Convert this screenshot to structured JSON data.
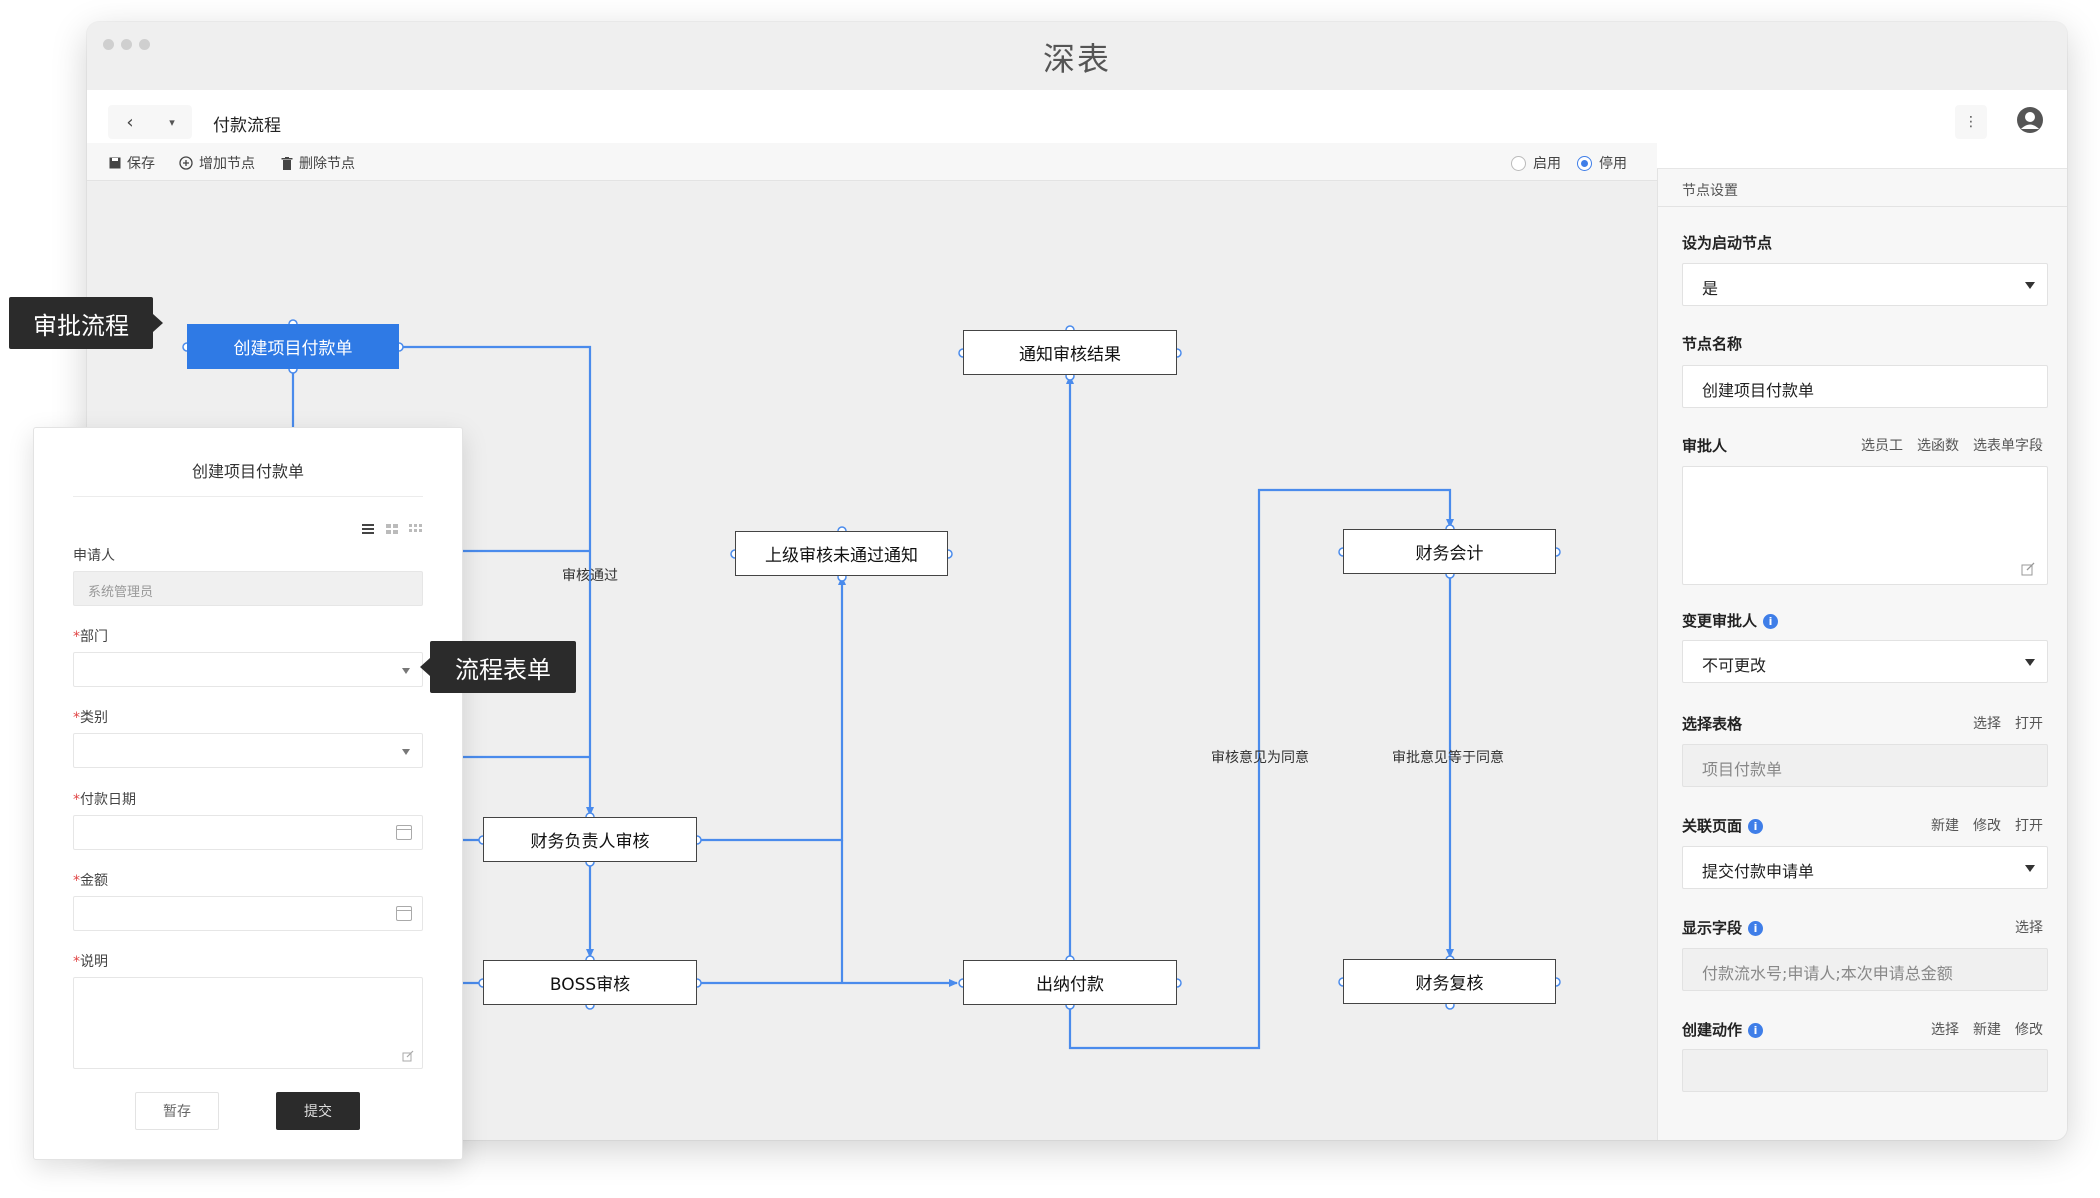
{
  "window": {
    "app_title": "深表"
  },
  "header": {
    "page_title": "付款流程"
  },
  "actions": {
    "save": "保存",
    "add_node": "增加节点",
    "delete_node": "删除节点"
  },
  "status": {
    "enable": "启用",
    "disable": "停用",
    "selected": "停用"
  },
  "flow": {
    "nodes": {
      "create": "创建项目付款单",
      "notify_result": "通知审核结果",
      "notify_reject": "上级审核未通过通知",
      "accountant": "财务会计",
      "finance_review": "财务负责人审核",
      "boss_review": "BOSS审核",
      "cashier": "出纳付款",
      "finance_recheck": "财务复核"
    },
    "edge_labels": {
      "approved": "审核通过",
      "opinion_agree": "审核意见为同意",
      "opinion_equals_agree": "审批意见等于同意"
    }
  },
  "side_panel": {
    "header": "节点设置",
    "start_node": {
      "label": "设为启动节点",
      "value": "是"
    },
    "node_name": {
      "label": "节点名称",
      "value": "创建项目付款单"
    },
    "approver": {
      "label": "审批人",
      "actions": [
        "选员工",
        "选函数",
        "选表单字段"
      ]
    },
    "change_approver": {
      "label": "变更审批人",
      "value": "不可更改"
    },
    "select_table": {
      "label": "选择表格",
      "actions": [
        "选择",
        "打开"
      ],
      "value": "项目付款单"
    },
    "related_page": {
      "label": "关联页面",
      "actions": [
        "新建",
        "修改",
        "打开"
      ],
      "value": "提交付款申请单"
    },
    "display_fields": {
      "label": "显示字段",
      "actions": [
        "选择"
      ],
      "value": "付款流水号;申请人;本次申请总金额"
    },
    "create_action": {
      "label": "创建动作",
      "actions": [
        "选择",
        "新建",
        "修改"
      ]
    }
  },
  "form": {
    "title": "创建项目付款单",
    "applicant_label": "申请人",
    "applicant_value": "系统管理员",
    "department_label": "部门",
    "category_label": "类别",
    "pay_date_label": "付款日期",
    "amount_label": "金额",
    "note_label": "说明",
    "save_draft": "暂存",
    "submit": "提交"
  },
  "callouts": {
    "approval_flow": "审批流程",
    "flow_form": "流程表单"
  },
  "colors": {
    "accent": "#2f7ae5",
    "edge": "#4a8bec",
    "callout_bg": "#2b2b2b"
  }
}
